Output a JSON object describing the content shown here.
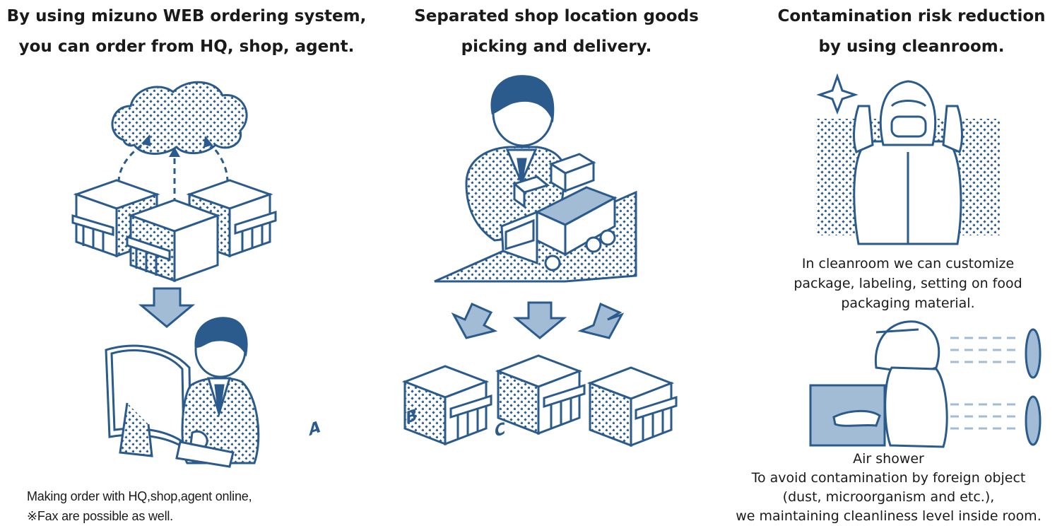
{
  "columns": [
    {
      "heading": [
        "By using mizuno WEB ordering system,",
        "you can order from HQ, shop, agent."
      ],
      "note": [
        "Making order with HQ,shop,agent online,",
        "※Fax are possible as well."
      ]
    },
    {
      "heading": [
        "Separated shop location goods",
        "picking and delivery."
      ],
      "boxes": [
        "A",
        "B",
        "C"
      ]
    },
    {
      "heading": [
        "Contamination risk reduction",
        "by using cleanroom."
      ],
      "cleanroom_note": [
        "In cleanroom we can customize",
        "package, labeling, setting on food",
        "packaging material."
      ],
      "airshower_note": [
        "Air shower",
        "To avoid contamination by foreign object",
        "(dust, microorganism and etc.),",
        "we maintaining cleanliness level inside room."
      ]
    }
  ],
  "colors": {
    "line": "#2a5b8c",
    "fill_light": "#a3bcd6",
    "dot": "#2a5b8c"
  }
}
